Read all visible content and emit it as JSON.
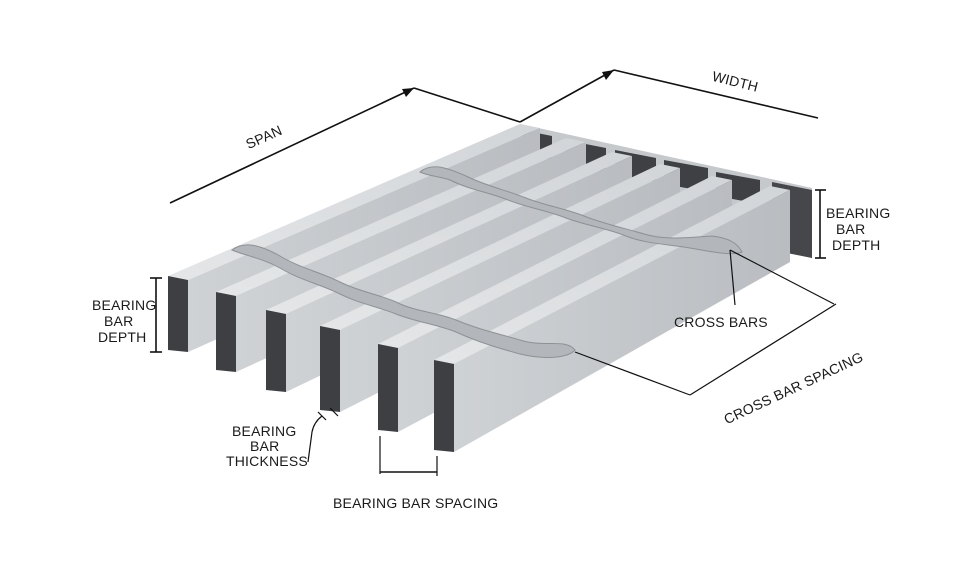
{
  "labels": {
    "span": "SPAN",
    "width": "WIDTH",
    "bearing_bar_depth_right": [
      "BEARING",
      "BAR",
      "DEPTH"
    ],
    "bearing_bar_depth_left": [
      "BEARING",
      "BAR",
      "DEPTH"
    ],
    "cross_bars": "CROSS BARS",
    "cross_bar_spacing": "CROSS BAR SPACING",
    "bearing_bar_thickness": [
      "BEARING",
      "BAR",
      "THICKNESS"
    ],
    "bearing_bar_spacing": "BEARING BAR SPACING"
  },
  "colors": {
    "bar_top": "#dcdee0",
    "bar_side": "#c2c5c8",
    "bar_end": "#4a4c4f",
    "cross_bar": "#b8bbbf",
    "line": "#111111"
  }
}
